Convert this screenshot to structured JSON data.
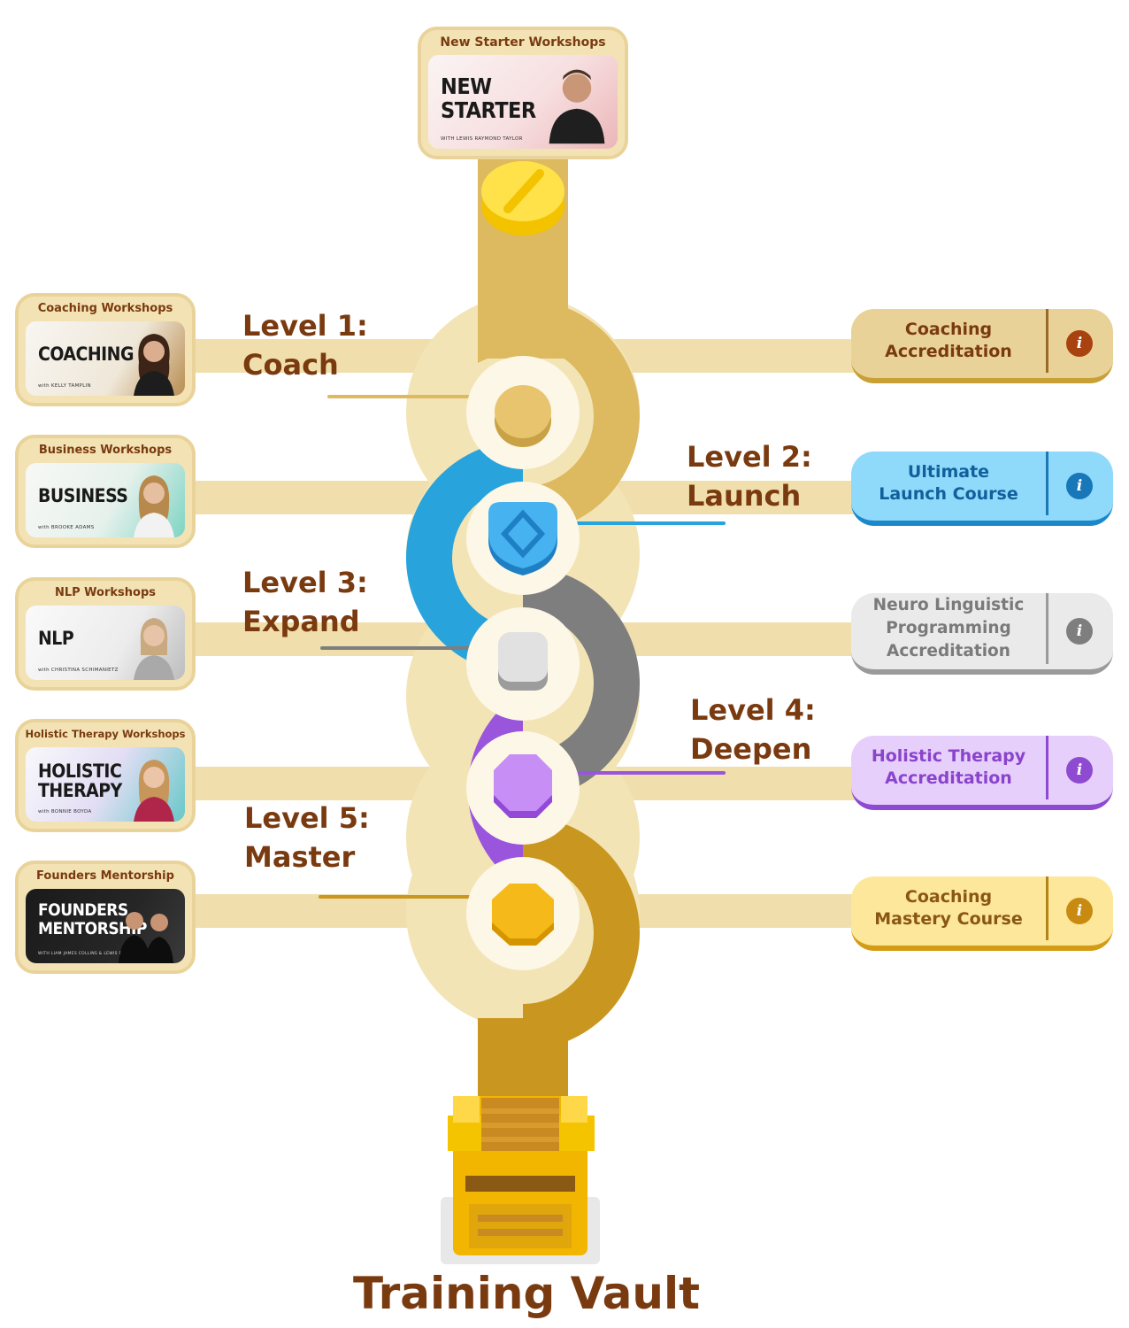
{
  "title": "Training Vault",
  "colors": {
    "brown": "#7a3a10",
    "gold_path": "#ddb95f",
    "light_band": "#f3e4b6",
    "blue": "#28a3dc",
    "grey": "#7e7e7e",
    "purple": "#9a55dd",
    "dark_gold": "#c9961f"
  },
  "top_card": {
    "title": "New Starter Workshops",
    "thumb_text": "NEW\nSTARTER",
    "thumb_sub": "WITH LEWIS RAYMOND TAYLOR"
  },
  "left_cards": [
    {
      "title": "Coaching Workshops",
      "thumb_text": "COACHING",
      "thumb_sub": "with KELLY TAMPLIN"
    },
    {
      "title": "Business Workshops",
      "thumb_text": "BUSINESS",
      "thumb_sub": "with BROOKE ADAMS"
    },
    {
      "title": "NLP Workshops",
      "thumb_text": "NLP",
      "thumb_sub": "with CHRISTINA SCHIMANIETZ"
    },
    {
      "title": "Holistic Therapy Workshops",
      "thumb_text": "HOLISTIC\nTHERAPY",
      "thumb_sub": "with BONNIE BOYDA"
    },
    {
      "title": "Founders Mentorship",
      "thumb_text": "FOUNDERS\nMENTORSHIP",
      "thumb_sub": "WITH LIAM JAMES COLLINS & LEWIS RAYMOND TAYLOR"
    }
  ],
  "levels": [
    {
      "text": "Level 1:\nCoach"
    },
    {
      "text": "Level 2:\nLaunch"
    },
    {
      "text": "Level 3:\nExpand"
    },
    {
      "text": "Level 4:\nDeepen"
    },
    {
      "text": "Level 5:\nMaster"
    }
  ],
  "courses": [
    {
      "label": "Coaching\nAccreditation",
      "icon": "info-icon"
    },
    {
      "label": "Ultimate\nLaunch Course",
      "icon": "info-icon"
    },
    {
      "label": "Neuro Linguistic\nProgramming\nAccreditation",
      "icon": "info-icon"
    },
    {
      "label": "Holistic Therapy\nAccreditation",
      "icon": "info-icon"
    },
    {
      "label": "Coaching\nMastery Course",
      "icon": "info-icon"
    }
  ]
}
